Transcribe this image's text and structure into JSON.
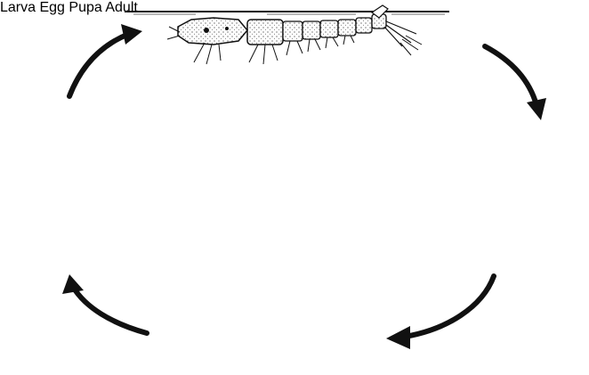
{
  "diagram": {
    "stages": {
      "larva": "Larva",
      "egg": "Egg",
      "pupa": "Pupa",
      "adult": "Adult"
    },
    "ink_color": "#111111",
    "paper_color": "#ffffff"
  }
}
